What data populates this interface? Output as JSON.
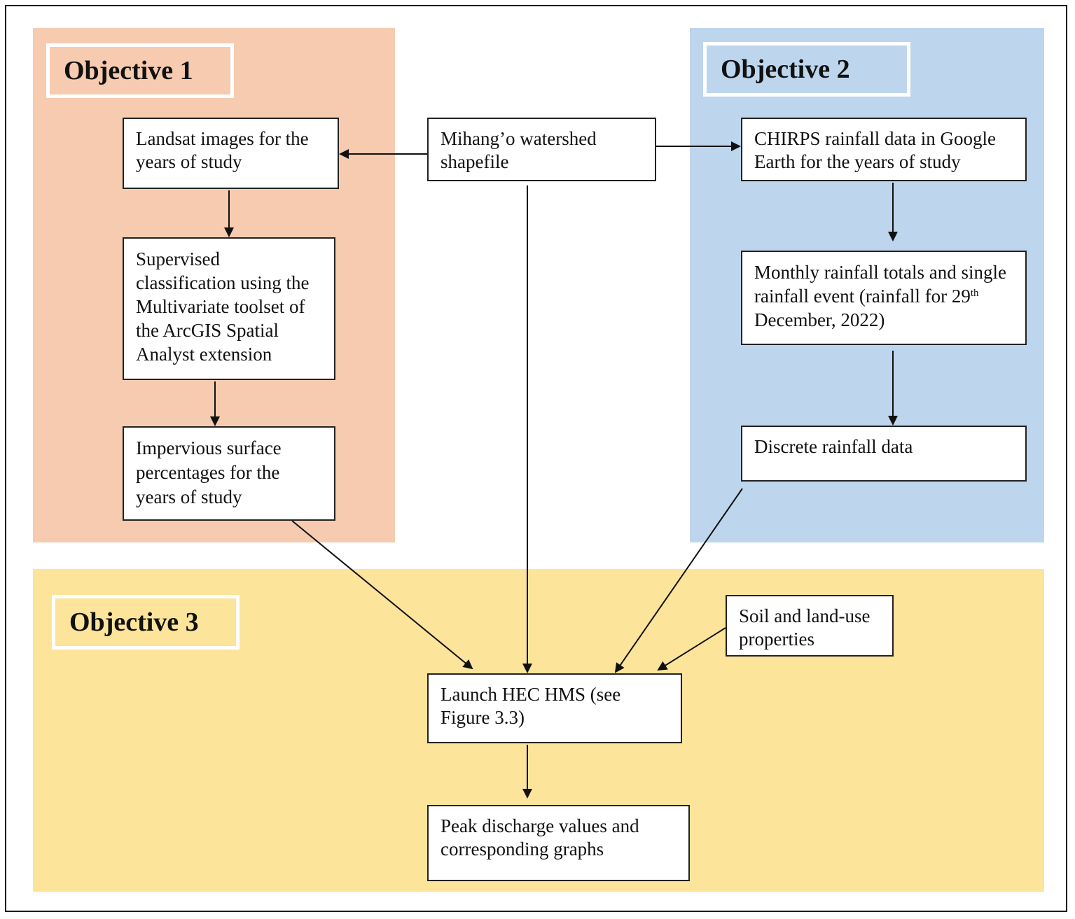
{
  "objectives": {
    "one": "Objective 1",
    "two": "Objective 2",
    "three": "Objective 3"
  },
  "boxes": {
    "landsat": "Landsat images for the years of study",
    "supervised": "Supervised classification using the Multivariate toolset of the ArcGIS Spatial Analyst extension",
    "impervious": "Impervious surface percentages for the years of study",
    "mihango": "Mihang’o watershed shapefile",
    "chirps": "CHIRPS rainfall data in Google Earth for the years of study",
    "monthly_before": "Monthly rainfall totals and single rainfall event (rainfall for 29",
    "monthly_sup": "th",
    "monthly_after": " December, 2022)",
    "discrete": "Discrete rainfall data",
    "soil": "Soil and land-use properties",
    "launch": "Launch HEC HMS (see Figure 3.3)",
    "peak": "Peak discharge values and corresponding graphs"
  },
  "colors": {
    "objective1_panel": "#f6cbb0",
    "objective2_panel": "#bdd6ee",
    "objective3_panel": "#fde49b",
    "box_border": "#222222",
    "arrow": "#111111"
  }
}
